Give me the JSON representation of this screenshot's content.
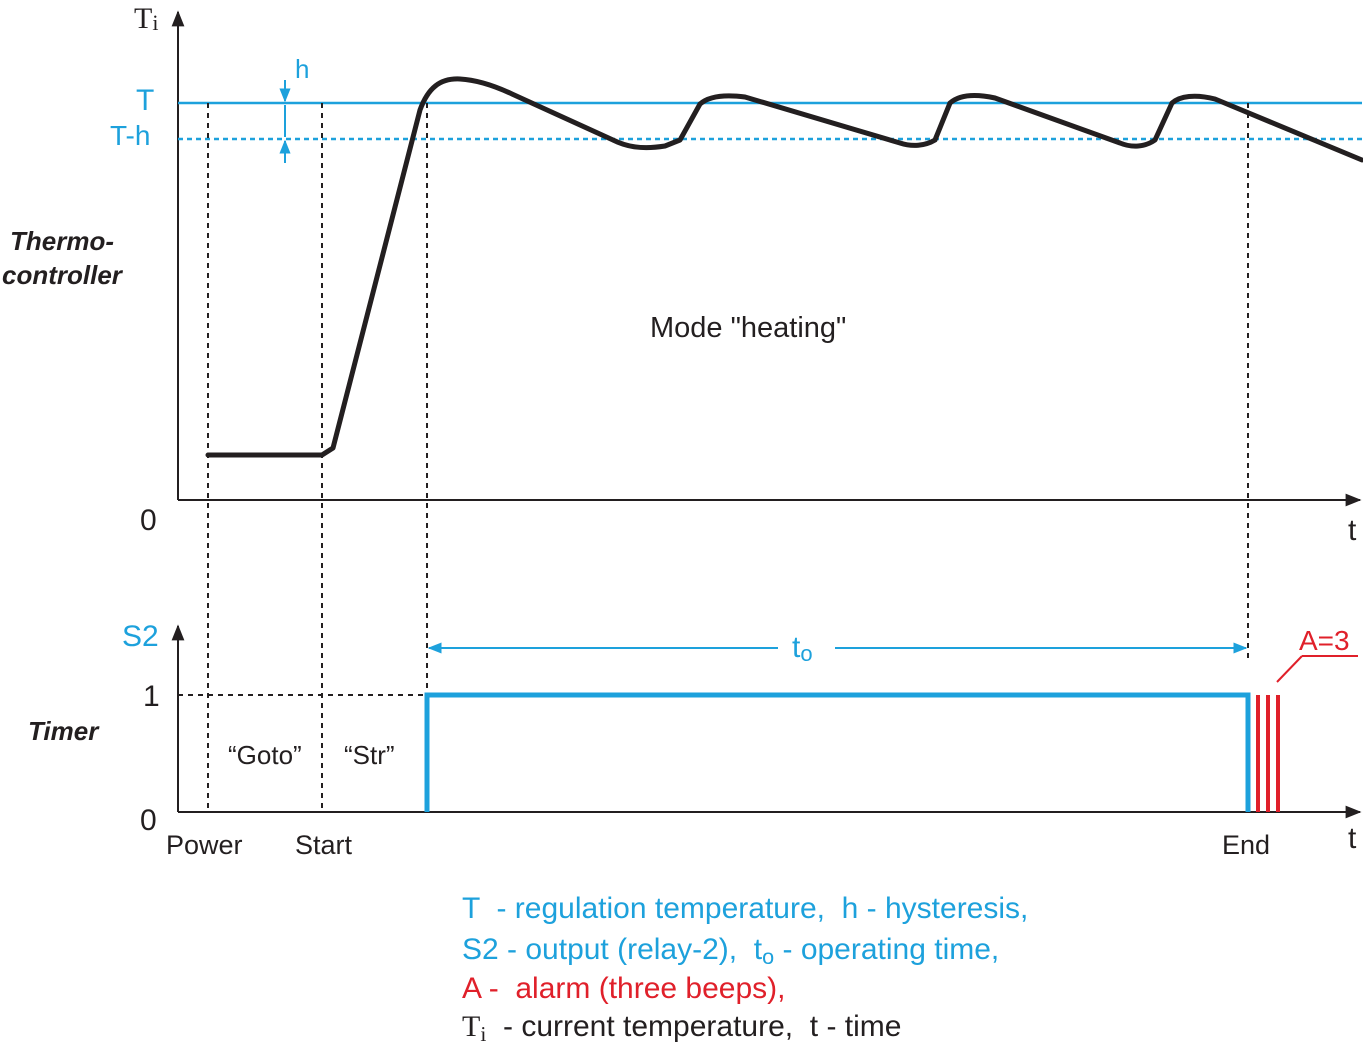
{
  "colors": {
    "blue": "#1da1dc",
    "black": "#231f20",
    "red": "#e0202a"
  },
  "thermo": {
    "section_label_line1": "Thermo-",
    "section_label_line2": "controller",
    "y_axis_label_base": "T",
    "y_axis_label_sub": "i",
    "x_axis_label": "t",
    "zero_label": "0",
    "T_label": "T",
    "Th_label": "T-h",
    "h_label": "h",
    "mode_label": "Mode \"heating\""
  },
  "timer": {
    "section_label": "Timer",
    "y_axis_label": "S2",
    "x_axis_label": "t",
    "one_label": "1",
    "zero_label": "0",
    "goto_label": "“Goto”",
    "str_label": "“Str”",
    "to_base": "t",
    "to_sub": "o",
    "alarm_label": "A=3",
    "power_label": "Power",
    "start_label": "Start",
    "end_label": "End"
  },
  "legend": {
    "line1_term": "T",
    "line1_rest": "  - regulation temperature,  h - hysteresis,",
    "line2_term": "S2",
    "line2_mid": " - output (relay-2),  t",
    "line2_sub": "o",
    "line2_rest": " - operating time,",
    "line3_term": "A",
    "line3_rest": " -  alarm (three beeps),",
    "line4_base": "T",
    "line4_sub": "i",
    "line4_rest": "  - current temperature,  t - time"
  }
}
